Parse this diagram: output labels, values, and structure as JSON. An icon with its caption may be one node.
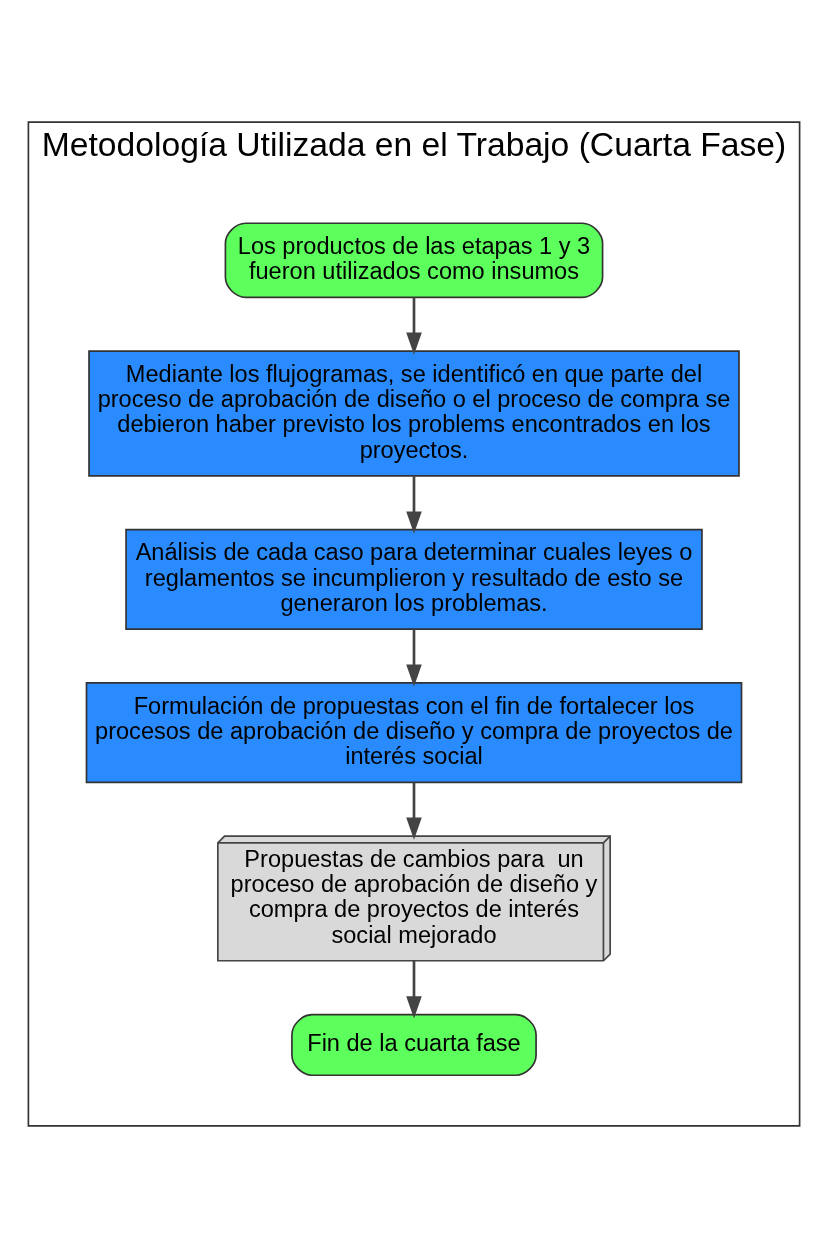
{
  "diagram": {
    "nodes": [
      {
        "text": [
          "Metodología Utilizada en el Trabajo (Cuarta Fase)"
        ]
      },
      {
        "text": [
          "Los productos de las etapas 1 y 3 fueron utilizados como insumos"
        ],
        "in": 0
      },
      {
        "text": [
          "Mediante los flujogramas, se identificó en que parte del proceso de aprobación de diseño o el proceso de compra se debieron haber previsto los problems encontrados en los proyectos."
        ],
        "in": 0
      },
      {
        "text": [
          "Análisis de cada caso para determinar cuales leyes o reglamentos se incumplieron y resultado de esto se generaron los problemas."
        ],
        "in": 0
      },
      {
        "text": [
          "Formulación de propuestas con el fin de fortalecer los procesos de aprobación de diseño y compra de proyectos de interés social"
        ],
        "in": 0
      },
      {
        "text": [
          "Propuestas de cambios para  un proceso de aprobación de diseño y compra de proyectos de interés social mejorado"
        ],
        "in": 0
      },
      {
        "text": [
          "Fin de la cuarta fase"
        ],
        "in": 0
      }
    ],
    "edges": [
      {
        "from": 1,
        "to": 2,
        "arrow": "to"
      },
      {
        "from": 2,
        "to": 3,
        "arrow": "to"
      },
      {
        "from": 3,
        "to": 4,
        "arrow": "to"
      },
      {
        "from": 4,
        "to": 5,
        "arrow": "to"
      },
      {
        "from": 5,
        "to": 6,
        "arrow": "to"
      }
    ]
  }
}
